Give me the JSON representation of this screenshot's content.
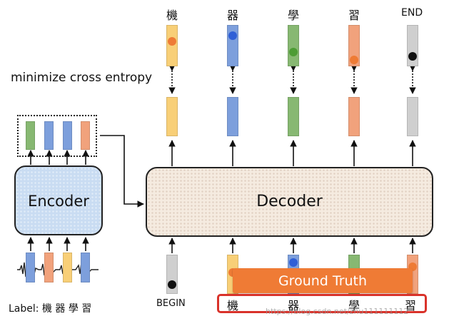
{
  "output_tokens": [
    "機",
    "器",
    "學",
    "習",
    "END"
  ],
  "loss_label": "minimize cross entropy",
  "encoder_label": "Encoder",
  "decoder_label": "Decoder",
  "begin_label": "BEGIN",
  "ground_truth_label": "Ground Truth",
  "target_tokens": [
    "機",
    "器",
    "學",
    "習"
  ],
  "label_caption": "Label: 機 器 學 習",
  "watermark": "https://blog.csdn.net/zhu111111112",
  "colors": {
    "yellow": "#f8cf77",
    "blue": "#7d9fdc",
    "green": "#87b872",
    "orange": "#f1a27c",
    "gray": "#cfcfcf",
    "dot_orange": "#ee7b35",
    "dot_blue": "#2f5fd6",
    "dot_green": "#4d9c35",
    "dot_black": "#111111",
    "red_border": "#d9322a",
    "banner": "#ef7b35"
  },
  "output_dots": [
    "orange",
    "blue",
    "green",
    "orange",
    "black"
  ]
}
